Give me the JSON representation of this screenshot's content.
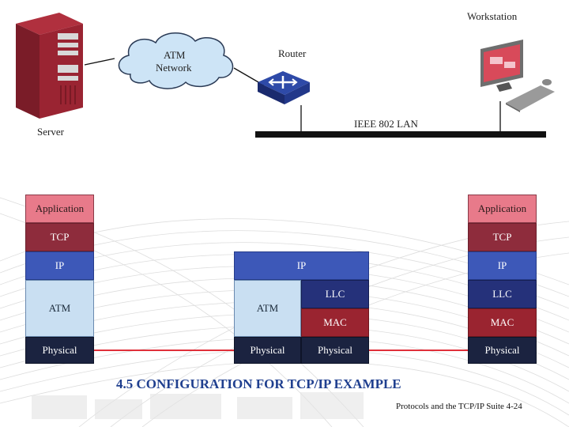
{
  "network": {
    "server_label": "Server",
    "atm_network_line1": "ATM",
    "atm_network_line2": "Network",
    "router_label": "Router",
    "workstation_label": "Workstation",
    "lan_label": "IEEE 802 LAN"
  },
  "stacks": {
    "left": {
      "application": "Application",
      "tcp": "TCP",
      "ip": "IP",
      "atm": "ATM",
      "physical": "Physical"
    },
    "middle": {
      "ip": "IP",
      "atm": "ATM",
      "llc": "LLC",
      "mac": "MAC",
      "physical_left": "Physical",
      "physical_right": "Physical"
    },
    "right": {
      "application": "Application",
      "tcp": "TCP",
      "ip": "IP",
      "llc": "LLC",
      "mac": "MAC",
      "physical": "Physical"
    }
  },
  "caption": "4.5 CONFIGURATION FOR TCP/IP EXAMPLE",
  "footer": "Protocols and the TCP/IP Suite 4-24",
  "colors": {
    "application": "#e87a8a",
    "tcp": "#8e2c3c",
    "ip": "#3d58b8",
    "atm": "#c9dff2",
    "physical": "#1b2340",
    "llc": "#25317a",
    "mac": "#9a2430",
    "caption": "#1f3f8f",
    "link_line": "#e0303a"
  }
}
